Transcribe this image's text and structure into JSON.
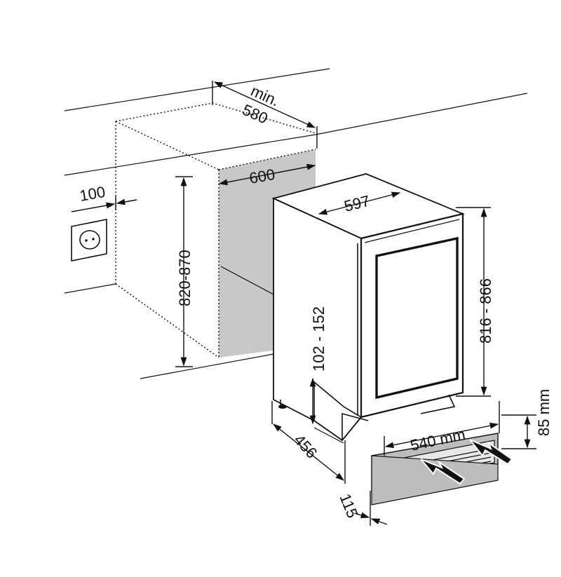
{
  "diagram": {
    "colors": {
      "line": "#111111",
      "niche_fill": "#c8c8c8",
      "cabinet_fill": "#ffffff",
      "vent_fill": "#bdbdbd",
      "background": "#ffffff"
    },
    "icons": [
      "power-socket-icon",
      "airflow-arrow-icon"
    ],
    "dimensions": {
      "min_label": "min.",
      "depth_min": "580",
      "niche_width": "600",
      "socket_offset": "100",
      "niche_height": "820-870",
      "appliance_width": "597",
      "appliance_height": "816 - 866",
      "plinth_height": "102 - 152",
      "appliance_depth": "456",
      "vent_width": "540 mm",
      "vent_height": "85 mm",
      "vent_depth": "115"
    }
  }
}
